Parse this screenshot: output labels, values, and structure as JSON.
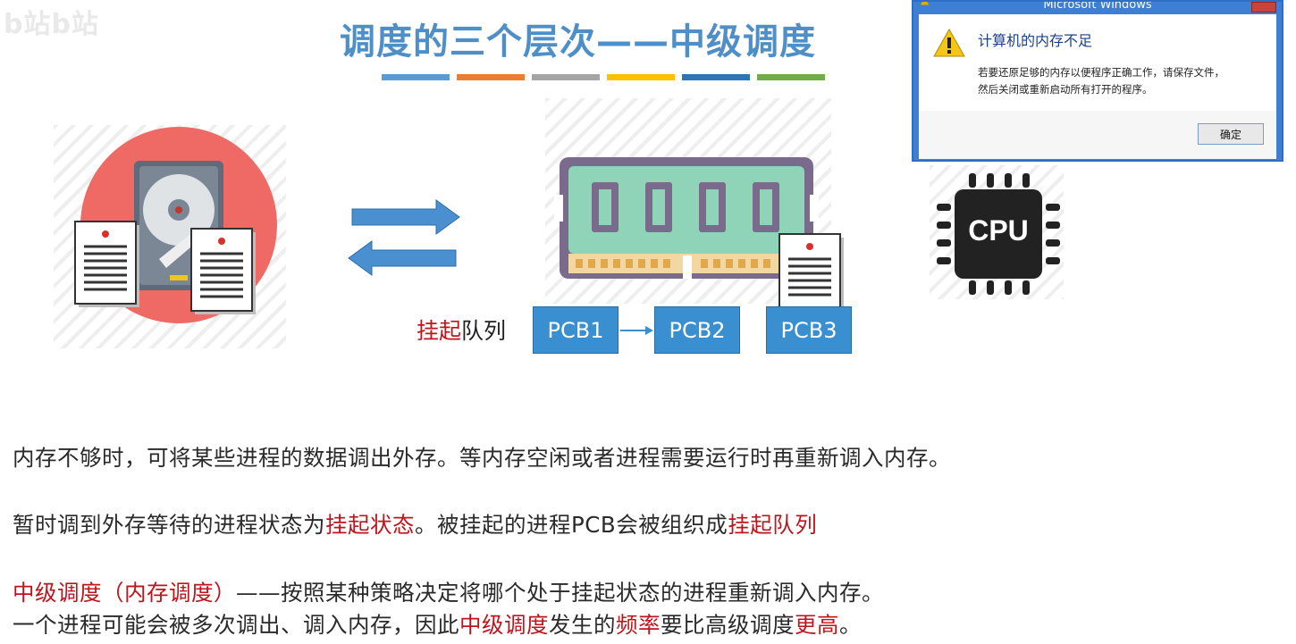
{
  "watermark": "b站b站",
  "slide": {
    "title": "调度的三个层次——中级调度",
    "accent_colors": [
      "#5b9bd5",
      "#ed7d31",
      "#a5a5a5",
      "#ffc000",
      "#2e75b6",
      "#70ad47"
    ]
  },
  "dialog": {
    "title": "Microsoft Windows",
    "heading": "计算机的内存不足",
    "message_line1": "若要还原足够的内存以便程序正确工作，请保存文件，",
    "message_line2": "然后关闭或重新启动所有打开的程序。",
    "ok_label": "确定",
    "icon": "warning-icon"
  },
  "illustration": {
    "disk_icon": "hard-disk-icon",
    "memory_icon": "ram-module-icon",
    "cpu_label": "CPU",
    "arrows": [
      "arrow-right-icon",
      "arrow-left-icon"
    ]
  },
  "queue": {
    "label_red": "挂起",
    "label_rest": "队列",
    "pcbs": [
      "PCB1",
      "PCB2",
      "PCB3"
    ]
  },
  "text": {
    "line1": "内存不够时，可将某些进程的数据调出外存。等内存空闲或者进程需要运行时再重新调入内存。",
    "line2_a": "暂时调到外存等待的进程状态为",
    "line2_b": "挂起状态",
    "line2_c": "。被挂起的进程PCB会被组织成",
    "line2_d": "挂起队列",
    "line3_a": "中级调度（内存调度）",
    "line3_b": "——按照某种策略决定将哪个处于挂起状态的进程重新调入内存。",
    "line4_a": "一个进程可能会被多次调出、调入内存，因此",
    "line4_b": "中级调度",
    "line4_c": "发生的",
    "line4_d": "频率",
    "line4_e": "要比高级调度",
    "line4_f": "更高",
    "line4_g": "。"
  }
}
